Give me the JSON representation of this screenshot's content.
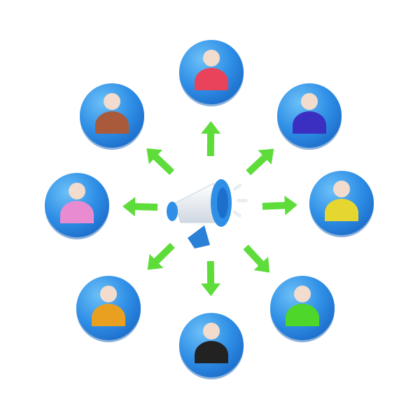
{
  "illustration": {
    "circle_color": "#2f8fe6",
    "circle_highlight": "#5cb3f5",
    "head_color": "#f1dccd",
    "arrow_color": "#5ddc3a",
    "megaphone": {
      "body_color": "#e9eef3",
      "accent_color": "#2f8fe6",
      "handle_color": "#2a7fd6"
    },
    "people": [
      {
        "name": "top",
        "body_color": "#e8435a"
      },
      {
        "name": "top-right",
        "body_color": "#3a2fc0"
      },
      {
        "name": "right",
        "body_color": "#e6d630"
      },
      {
        "name": "bottom-right",
        "body_color": "#4fd62a"
      },
      {
        "name": "bottom",
        "body_color": "#222222"
      },
      {
        "name": "bottom-left",
        "body_color": "#e9a020"
      },
      {
        "name": "left",
        "body_color": "#e98bd0"
      },
      {
        "name": "top-left",
        "body_color": "#a85a3a"
      }
    ]
  }
}
